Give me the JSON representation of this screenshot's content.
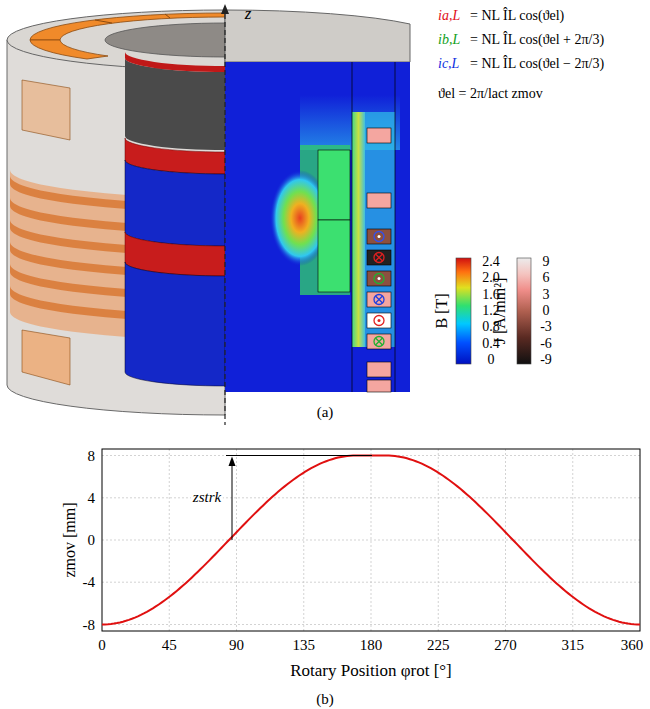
{
  "diagram": {
    "labels": [
      "z",
      "ia,L",
      "= NL ÎL cos(ϑel)",
      "ib,L",
      "= NL ÎL cos(ϑel + 2π/3)",
      "ic,L",
      "= NL ÎL cos(ϑel − 2π/3)",
      "ϑel = 2π/lact zmov",
      "2.4",
      "2.0",
      "1.6",
      "1.2",
      "0.8",
      "0.4",
      "0",
      "B [T]",
      "9",
      "6",
      "3",
      "0",
      "-3",
      "-6",
      "-9",
      "J [A/mm²]",
      "(a)",
      "8",
      "4",
      "0",
      "-4",
      "-8",
      "zmov [mm]",
      "zstrk",
      "0",
      "45",
      "90",
      "135",
      "180",
      "225",
      "270",
      "315",
      "360",
      "Rotary Position φrot [°]",
      "(b)"
    ]
  }
}
